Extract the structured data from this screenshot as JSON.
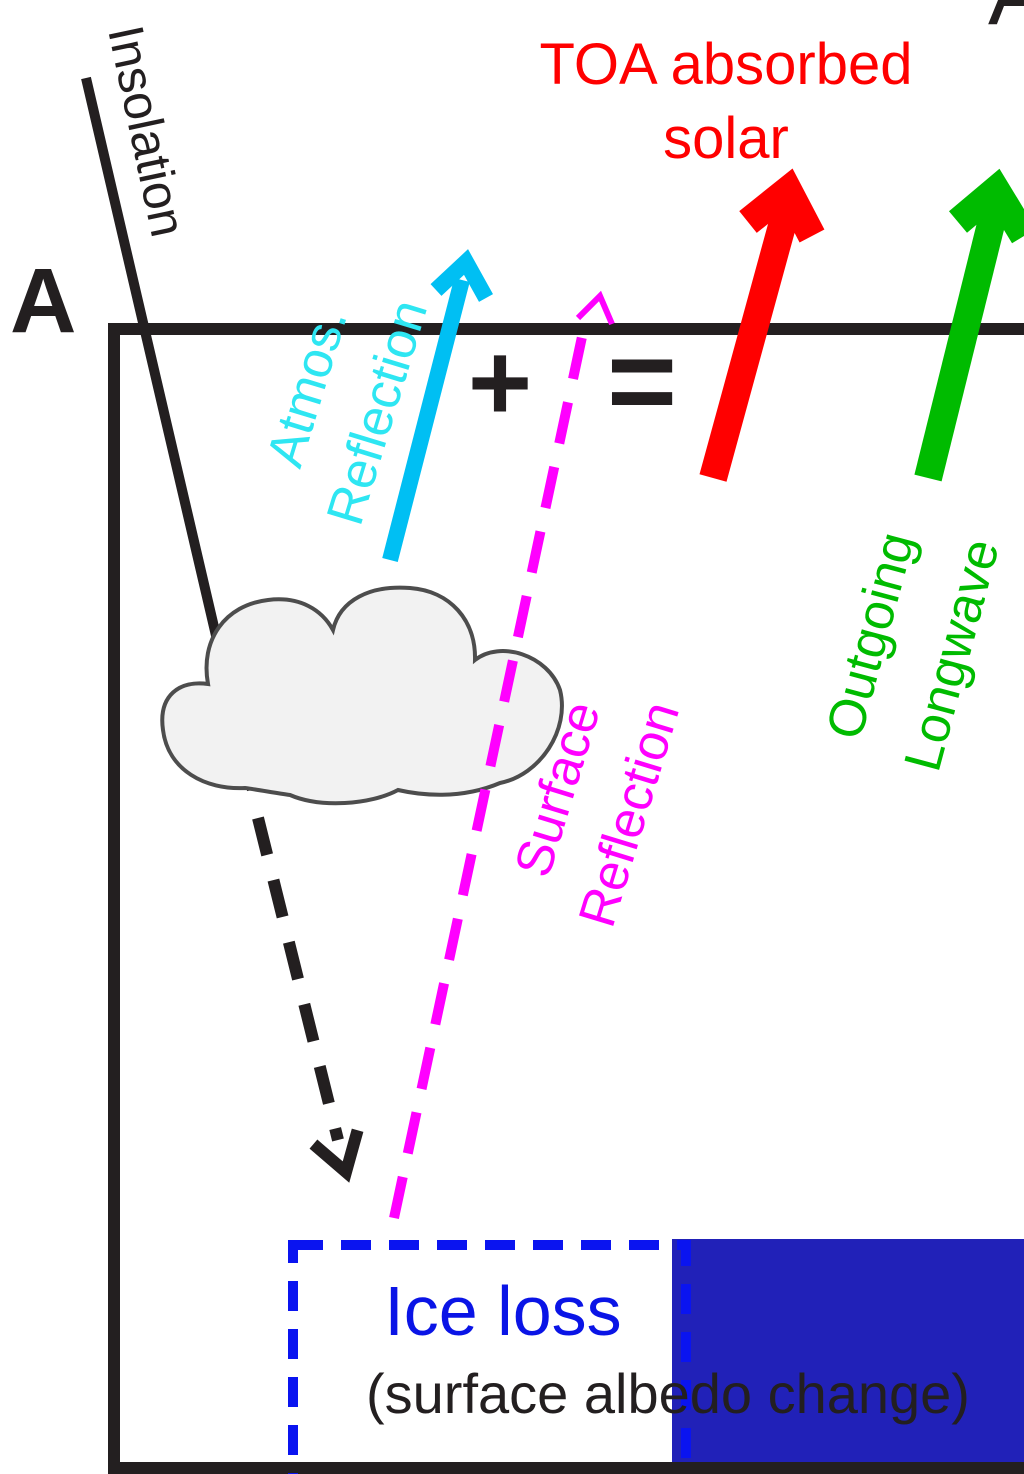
{
  "panel_label": "A",
  "corner_glyph": "A",
  "labels": {
    "toa_line1": "TOA absorbed",
    "toa_line2": "solar",
    "insolation": "Insolation",
    "atmos_line1": "Atmos.",
    "atmos_line2": "Reflection",
    "surface_line1": "Surface",
    "surface_line2": "Reflection",
    "outgoing_line1": "Outgoing",
    "outgoing_line2": "Longwave",
    "ice_loss": "Ice loss",
    "albedo_note": "(surface albedo change)",
    "plus": "+",
    "equals": "="
  },
  "colors": {
    "frame": "#231f20",
    "toa": "#ff0000",
    "atmos_arrow": "#00bff3",
    "atmos_text": "#2ee6f2",
    "surface": "#ff00ff",
    "outgoing": "#00bb00",
    "ice_loss_text": "#0a14e6",
    "ice_dash": "#0a14f0",
    "ocean": "#2121b8",
    "cloud_fill": "#f2f2f2",
    "cloud_stroke": "#4d4d4d"
  }
}
